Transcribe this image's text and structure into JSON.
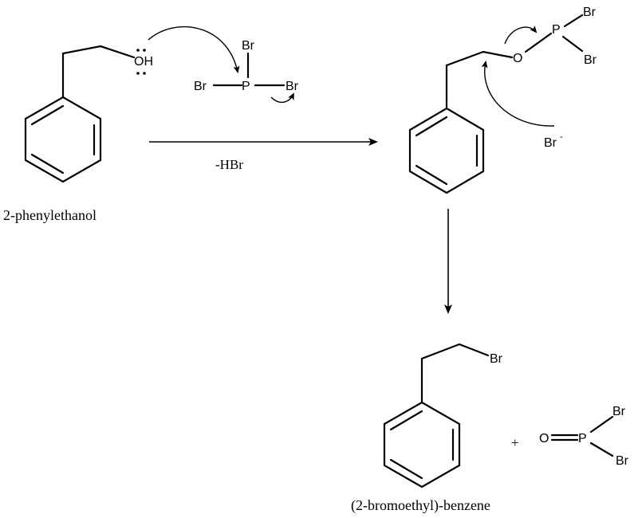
{
  "reaction": {
    "reactant_name": "2-phenylethanol",
    "reagent_label": "-HBr",
    "product_name": "(2-bromoethyl)-benzene",
    "plus_sign": "+"
  },
  "atoms": {
    "hydroxyl": "OH",
    "oxygen": "O",
    "phosphorus": "P",
    "bromine": "Br",
    "bromide_charge": "-"
  },
  "colors": {
    "ink": "#000000",
    "background": "#ffffff"
  }
}
